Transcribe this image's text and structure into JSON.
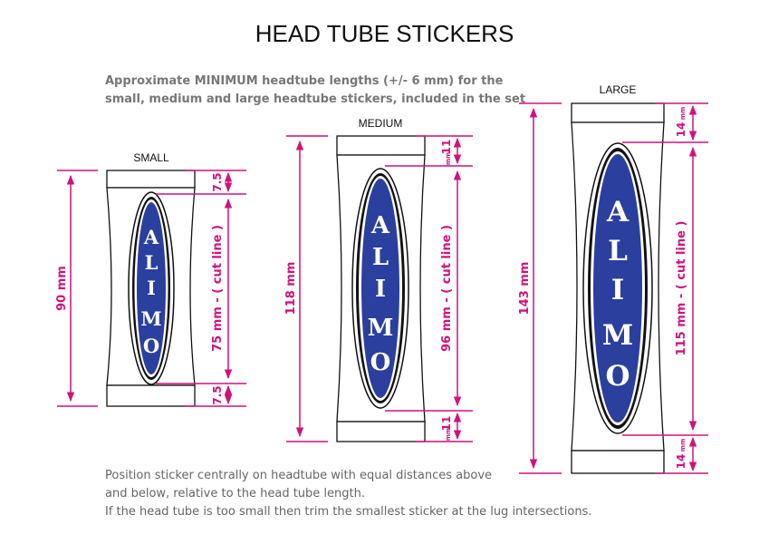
{
  "title": "HEAD TUBE STICKERS",
  "intro": {
    "line1": "Approximate MINIMUM headtube lengths (+/- 6 mm) for  the",
    "line2": "small, medium and large headtube stickers, included in the set"
  },
  "brand_letters": [
    "A",
    "L",
    "I",
    "M",
    "O"
  ],
  "sizes": [
    {
      "label": "SMALL",
      "total": "90 mm",
      "gap_top": "7.5",
      "cut": "75 mm - ( cut line )",
      "gap_bottom": "7.5"
    },
    {
      "label": "MEDIUM",
      "total": "118 mm",
      "gap_top": "11",
      "gap_top_unit": "mm",
      "cut": "96 mm - ( cut line )",
      "gap_bottom": "11",
      "gap_bottom_unit": "mm"
    },
    {
      "label": "LARGE",
      "total": "143 mm",
      "gap_top": "14",
      "gap_top_unit": "mm",
      "cut": "115 mm - ( cut line )",
      "gap_bottom": "14",
      "gap_bottom_unit": "mm"
    }
  ],
  "notes": [
    "Position sticker centrally on headtube with equal distances above",
    "and below, relative to the head tube length.",
    "If the head tube is too small then trim the smallest sticker at the lug intersections."
  ],
  "colors": {
    "dimension": "#d1127a",
    "sticker_blue": "#2a3f9e",
    "outline": "#111111"
  }
}
